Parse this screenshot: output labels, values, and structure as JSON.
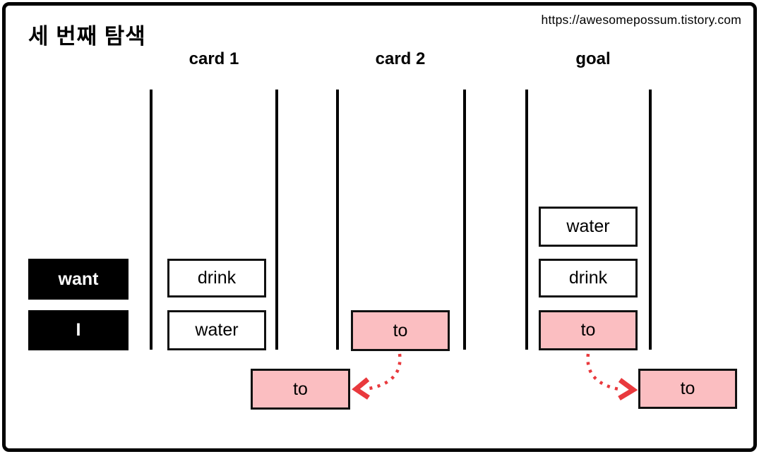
{
  "page": {
    "title": "세 번째 탐색",
    "watermark_url": "https://awesomepossum.tistory.com"
  },
  "columns": [
    {
      "label": "card 1"
    },
    {
      "label": "card 2"
    },
    {
      "label": "goal"
    }
  ],
  "query_tokens": [
    {
      "label": "want"
    },
    {
      "label": "I"
    }
  ],
  "stacks": {
    "card1": [
      {
        "label": "drink",
        "highlighted": false
      },
      {
        "label": "water",
        "highlighted": false
      }
    ],
    "card2": [
      {
        "label": "to",
        "highlighted": true
      }
    ],
    "goal": [
      {
        "label": "water",
        "highlighted": false
      },
      {
        "label": "drink",
        "highlighted": false
      },
      {
        "label": "to",
        "highlighted": true
      }
    ]
  },
  "popped_tokens": [
    {
      "label": "to",
      "from": "card2"
    },
    {
      "label": "to",
      "from": "goal"
    }
  ],
  "colors": {
    "highlight_pink": "#fbbec1",
    "arrow_red": "#e9393d",
    "line_black": "#000000"
  }
}
